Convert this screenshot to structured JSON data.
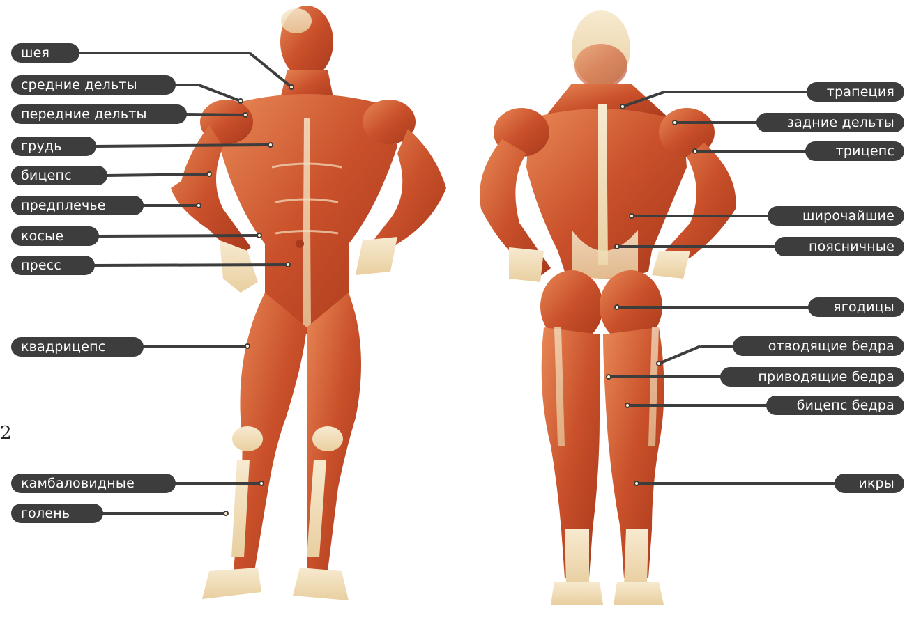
{
  "page_number": "2",
  "colors": {
    "label_bg": "#3d3d3d",
    "label_text": "#ffffff",
    "muscle": "#c9502a",
    "muscle_light": "#e07a4a",
    "tendon": "#f3e2c2"
  },
  "front_labels": [
    {
      "id": "neck",
      "text": "шея"
    },
    {
      "id": "mid-delts",
      "text": "средние дельты"
    },
    {
      "id": "front-delts",
      "text": "передние дельты"
    },
    {
      "id": "chest",
      "text": "грудь"
    },
    {
      "id": "biceps",
      "text": "бицепс"
    },
    {
      "id": "forearm",
      "text": "предплечье"
    },
    {
      "id": "obliques",
      "text": "косые"
    },
    {
      "id": "abs",
      "text": "пресс"
    },
    {
      "id": "quads",
      "text": "квадрицепс"
    },
    {
      "id": "soleus",
      "text": "камбаловидные"
    },
    {
      "id": "shin",
      "text": "голень"
    }
  ],
  "back_labels": [
    {
      "id": "traps",
      "text": "трапеция"
    },
    {
      "id": "rear-delts",
      "text": "задние дельты"
    },
    {
      "id": "triceps",
      "text": "трицепс"
    },
    {
      "id": "lats",
      "text": "широчайшие"
    },
    {
      "id": "lower-back",
      "text": "поясничные"
    },
    {
      "id": "glutes",
      "text": "ягодицы"
    },
    {
      "id": "abductors",
      "text": "отводящие бедра"
    },
    {
      "id": "adductors",
      "text": "приводящие бедра"
    },
    {
      "id": "hamstrings",
      "text": "бицепс бедра"
    },
    {
      "id": "calves",
      "text": "икры"
    }
  ]
}
